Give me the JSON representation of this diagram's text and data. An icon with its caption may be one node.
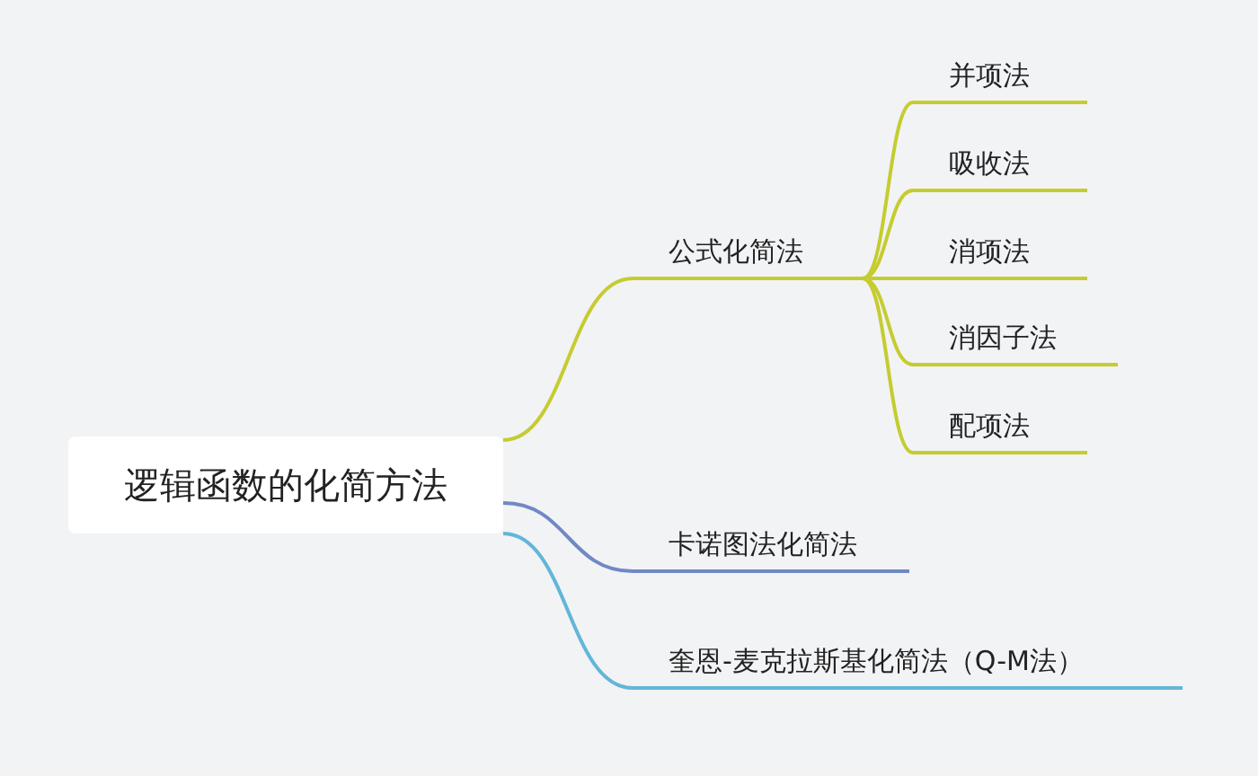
{
  "diagram": {
    "nodes": [
      {
        "text": [
          "逻辑函数的化简方法"
        ]
      },
      {
        "text": [
          "公式化简法"
        ]
      },
      {
        "text": [
          "并项法"
        ]
      },
      {
        "text": [
          "吸收法"
        ]
      },
      {
        "text": [
          "消项法"
        ]
      },
      {
        "text": [
          "消因子法"
        ]
      },
      {
        "text": [
          "配项法"
        ]
      },
      {
        "text": [
          "卡诺图法化简法"
        ]
      },
      {
        "text": [
          "奎恩-麦克拉斯基化简法（Q-M法）"
        ]
      }
    ],
    "edges": [
      {
        "from": 0,
        "to": 1,
        "arrow": "none"
      },
      {
        "from": 1,
        "to": 2,
        "arrow": "none"
      },
      {
        "from": 1,
        "to": 3,
        "arrow": "none"
      },
      {
        "from": 1,
        "to": 4,
        "arrow": "none"
      },
      {
        "from": 1,
        "to": 5,
        "arrow": "none"
      },
      {
        "from": 1,
        "to": 6,
        "arrow": "none"
      },
      {
        "from": 0,
        "to": 7,
        "arrow": "none",
        "color": "#7088c4"
      },
      {
        "from": 0,
        "to": 8,
        "arrow": "none",
        "color": "#62b6d8"
      }
    ]
  }
}
